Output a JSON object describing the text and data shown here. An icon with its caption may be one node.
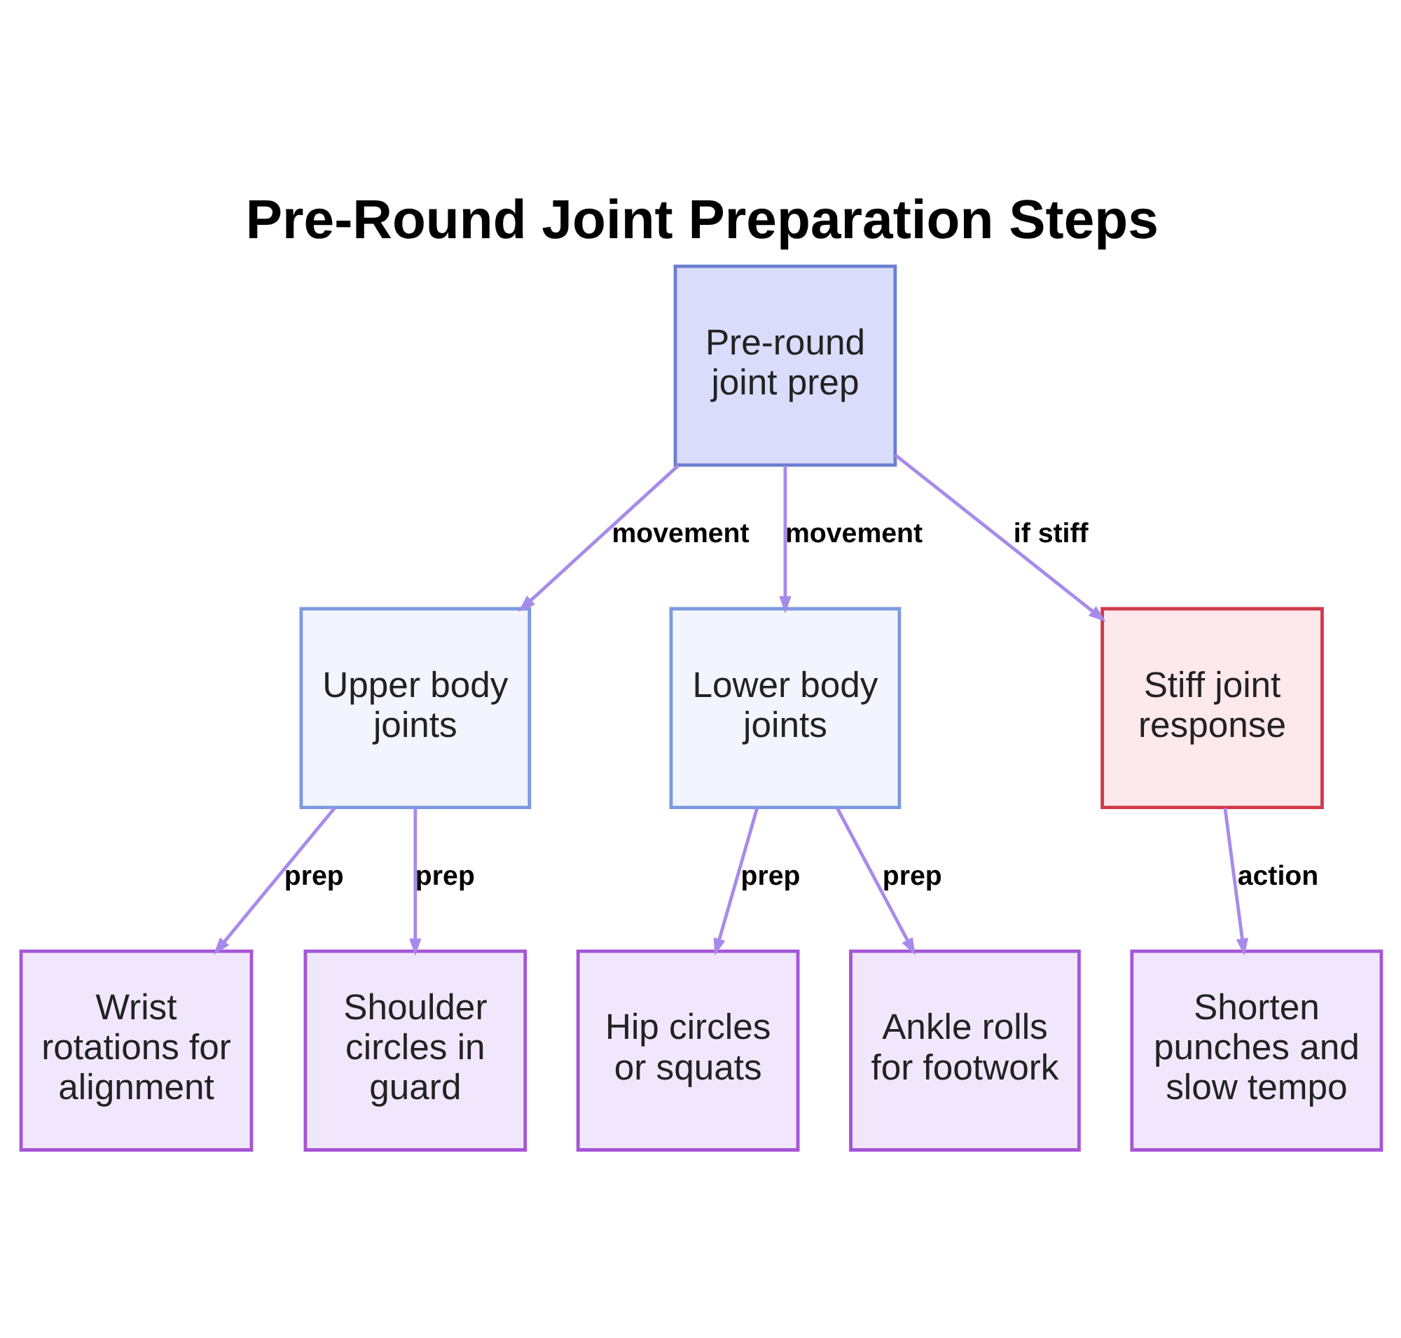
{
  "diagram": {
    "title": "Pre-Round Joint Preparation Steps",
    "nodes": [
      {
        "text": [
          "Pre-round joint prep"
        ]
      },
      {
        "text": [
          "Upper body joints"
        ]
      },
      {
        "text": [
          "Lower body joints"
        ]
      },
      {
        "text": [
          "Stiff joint response"
        ]
      },
      {
        "text": [
          "Wrist rotations for alignment"
        ]
      },
      {
        "text": [
          "Shoulder circles in guard"
        ]
      },
      {
        "text": [
          "Hip circles or squats"
        ]
      },
      {
        "text": [
          "Ankle rolls for footwork"
        ]
      },
      {
        "text": [
          "Shorten punches and slow tempo"
        ]
      }
    ],
    "edges": [
      {
        "from": 0,
        "to": 1,
        "arrow": "to",
        "label": "movement"
      },
      {
        "from": 0,
        "to": 2,
        "arrow": "to",
        "label": "movement"
      },
      {
        "from": 0,
        "to": 3,
        "arrow": "to",
        "label": "if stiff"
      },
      {
        "from": 1,
        "to": 4,
        "arrow": "to",
        "label": "prep"
      },
      {
        "from": 1,
        "to": 5,
        "arrow": "to",
        "label": "prep"
      },
      {
        "from": 2,
        "to": 6,
        "arrow": "to",
        "label": "prep"
      },
      {
        "from": 2,
        "to": 7,
        "arrow": "to",
        "label": "prep"
      },
      {
        "from": 3,
        "to": 8,
        "arrow": "to",
        "label": "action"
      }
    ]
  }
}
